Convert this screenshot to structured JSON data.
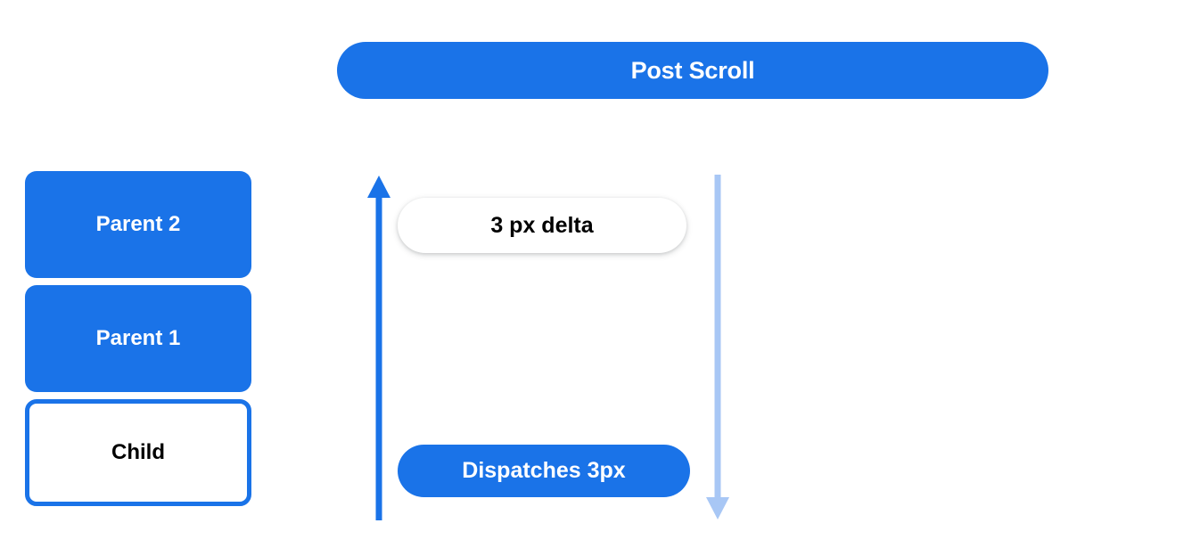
{
  "diagram": {
    "title": "Post Scroll",
    "colors": {
      "primary_blue": "#1a73e8",
      "light_blue": "#a8c7f5",
      "white": "#ffffff",
      "black": "#000000"
    },
    "header": {
      "label": "Post Scroll"
    },
    "stack": {
      "boxes": [
        {
          "label": "Parent 2",
          "style": "filled"
        },
        {
          "label": "Parent 1",
          "style": "filled"
        },
        {
          "label": "Child",
          "style": "outlined"
        }
      ]
    },
    "flow": {
      "up_arrow": {
        "name": "scroll-up-arrow",
        "direction": "up",
        "color": "#1a73e8"
      },
      "down_arrow": {
        "name": "scroll-down-arrow",
        "direction": "down",
        "color": "#a8c7f5"
      },
      "chips": [
        {
          "label": "3 px delta",
          "style": "white"
        },
        {
          "label": "Dispatches 3px",
          "style": "blue"
        }
      ]
    }
  }
}
